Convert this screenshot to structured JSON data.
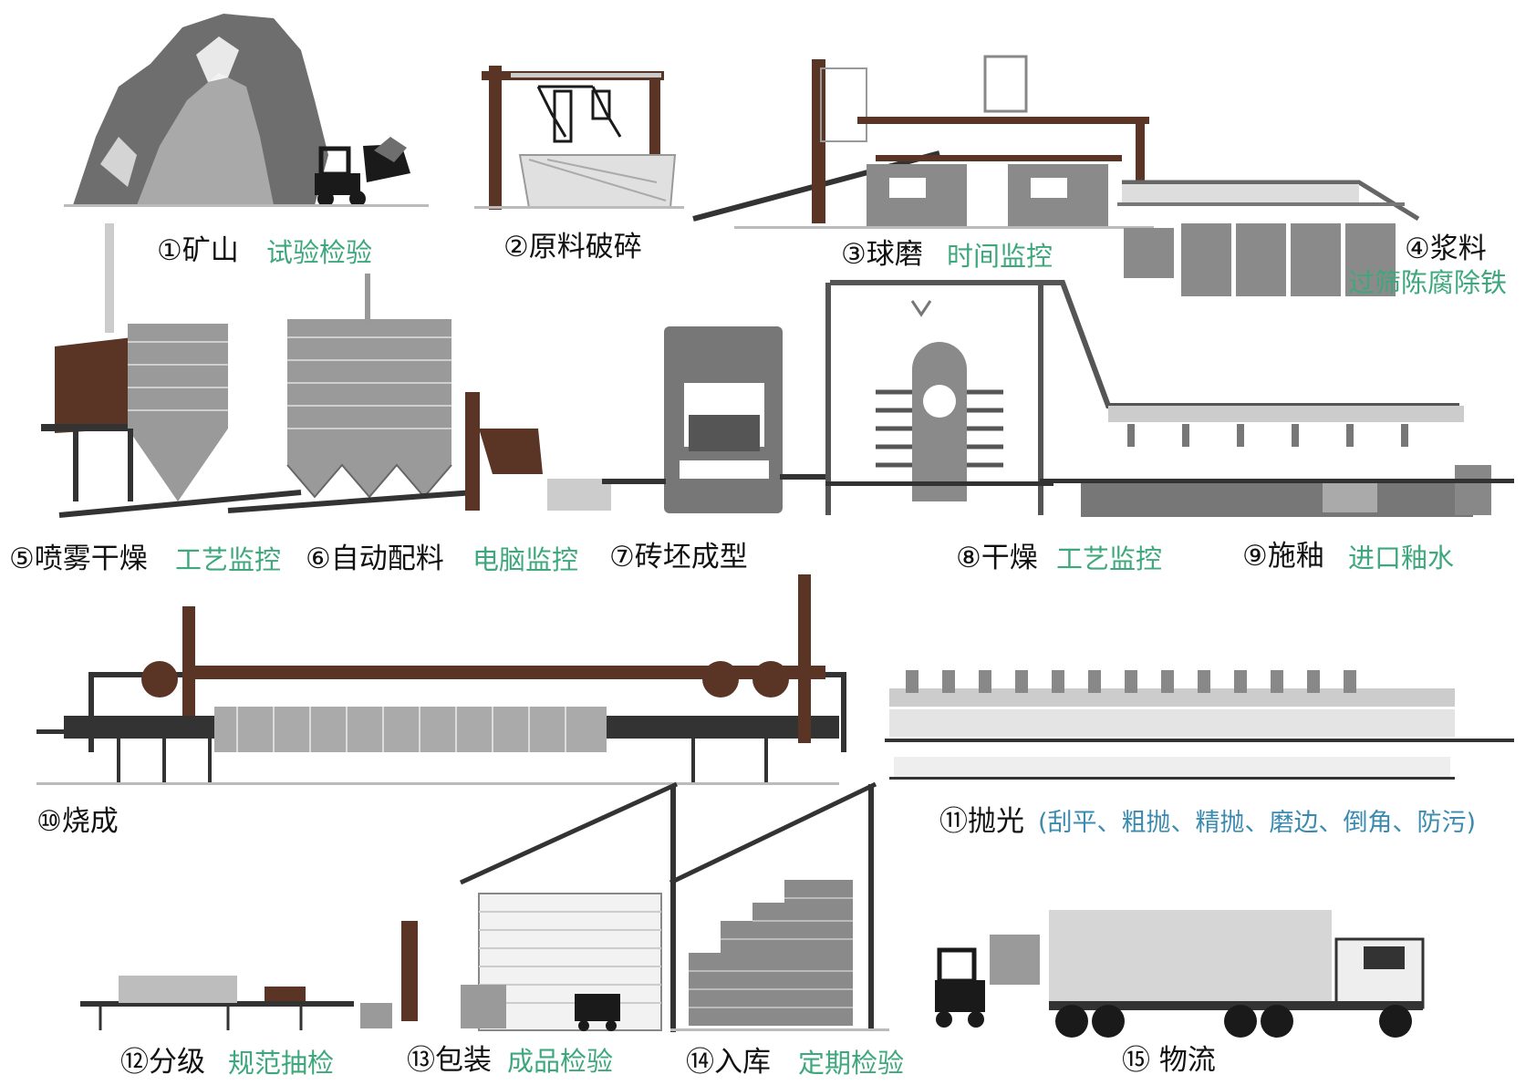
{
  "colors": {
    "brown": "#5a3526",
    "gray_dark": "#555555",
    "gray_mid": "#8a8a8a",
    "gray_light": "#c8c8c8",
    "green_note": "#3ea87c",
    "blue_note": "#3b8bb0"
  },
  "steps": [
    {
      "id": 1,
      "label": "①矿山",
      "note": "试验检验"
    },
    {
      "id": 2,
      "label": "②原料破碎",
      "note": ""
    },
    {
      "id": 3,
      "label": "③球磨",
      "note": "时间监控"
    },
    {
      "id": 4,
      "label": "④浆料",
      "note": "过筛陈腐除铁"
    },
    {
      "id": 5,
      "label": "⑤喷雾干燥",
      "note": "工艺监控"
    },
    {
      "id": 6,
      "label": "⑥自动配料",
      "note": "电脑监控"
    },
    {
      "id": 7,
      "label": "⑦砖坯成型",
      "note": ""
    },
    {
      "id": 8,
      "label": "⑧干燥",
      "note": "工艺监控"
    },
    {
      "id": 9,
      "label": "⑨施釉",
      "note": "进口釉水"
    },
    {
      "id": 10,
      "label": "⑩烧成",
      "note": ""
    },
    {
      "id": 11,
      "label": "⑪抛光",
      "note": "(刮平、粗抛、精抛、磨边、倒角、防污)"
    },
    {
      "id": 12,
      "label": "⑫分级",
      "note": "规范抽检"
    },
    {
      "id": 13,
      "label": "⑬包装",
      "note": "成品检验"
    },
    {
      "id": 14,
      "label": "⑭入库",
      "note": "定期检验"
    },
    {
      "id": 15,
      "label": "⑮ 物流",
      "note": ""
    }
  ]
}
